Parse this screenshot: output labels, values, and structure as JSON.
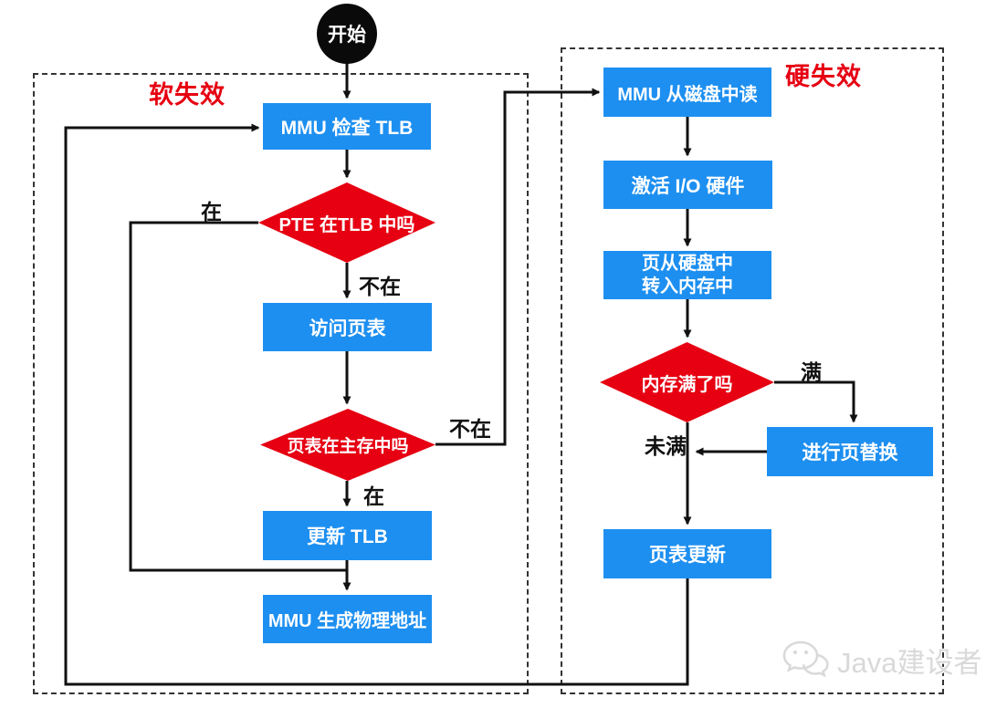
{
  "regions": {
    "soft": {
      "label": "软失效"
    },
    "hard": {
      "label": "硬失效"
    }
  },
  "nodes": {
    "start": "开始",
    "mmu_check_tlb": "MMU 检查 TLB",
    "pte_in_tlb": "PTE 在TLB 中吗",
    "access_page_table": "访问页表",
    "pt_in_main_memory": "页表在主存中吗",
    "update_tlb": "更新 TLB",
    "mmu_gen_phys_addr": "MMU 生成物理地址",
    "mmu_read_disk": "MMU 从磁盘中读",
    "activate_io": "激活 I/O 硬件",
    "page_disk_to_mem": "页从硬盘中\n转入内存中",
    "memory_full": "内存满了吗",
    "page_replacement": "进行页替换",
    "page_table_update": "页表更新"
  },
  "edge_labels": {
    "in_tlb_yes": "在",
    "in_tlb_no": "不在",
    "in_mem_no": "不在",
    "in_mem_yes": "在",
    "mem_full": "满",
    "mem_not_full": "未满"
  },
  "watermark": {
    "text": "Java建设者",
    "icon": "wechat"
  },
  "colors": {
    "node_blue": "#1D8FF0",
    "node_red": "#E60012",
    "region_label_red": "#E60012",
    "line_black": "#111111",
    "watermark_gray": "#d9d9d9"
  }
}
